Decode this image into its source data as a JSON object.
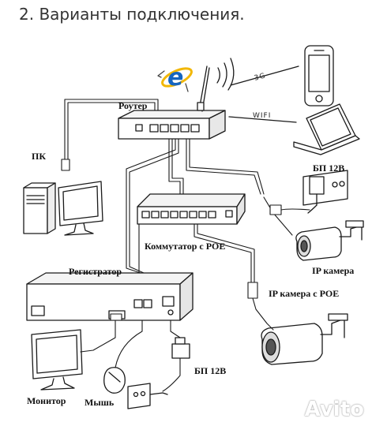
{
  "title": "2. Варианты подключения.",
  "labels": {
    "router": "Роутер",
    "pc": "ПК",
    "psu_top": "БП 12В",
    "switch_poe": "Коммутатор с POE",
    "ip_camera": "IP камера",
    "ip_camera_poe": "IP камера с POE",
    "recorder": "Регистратор",
    "monitor": "Монитор",
    "mouse": "Мышь",
    "psu_bottom": "БП 12В"
  },
  "wireless": {
    "mobile": "3G",
    "wifi": "WIFI"
  },
  "watermark": "Avito",
  "colors": {
    "line": "#1a1a1a",
    "ie_blue": "#1565c0",
    "ie_ring": "#f2b705",
    "background": "#ffffff"
  }
}
